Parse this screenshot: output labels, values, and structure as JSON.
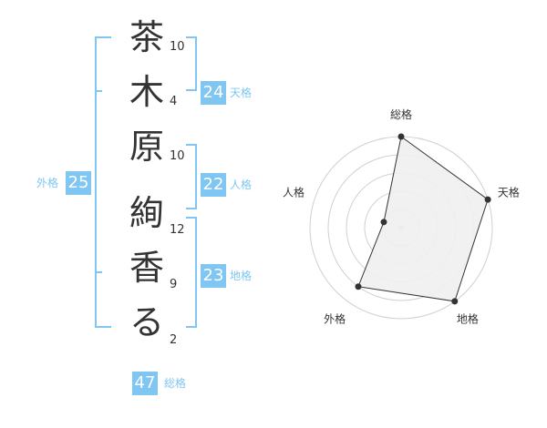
{
  "name": {
    "chars": [
      {
        "char": "茶",
        "strokes": "10"
      },
      {
        "char": "木",
        "strokes": "4"
      },
      {
        "char": "原",
        "strokes": "10"
      },
      {
        "char": "絢",
        "strokes": "12"
      },
      {
        "char": "香",
        "strokes": "9"
      },
      {
        "char": "る",
        "strokes": "2"
      }
    ]
  },
  "fortunes": {
    "gaikaku": {
      "label": "外格",
      "value": "25"
    },
    "tenkaku": {
      "label": "天格",
      "value": "24"
    },
    "jinkaku": {
      "label": "人格",
      "value": "22"
    },
    "chikaku": {
      "label": "地格",
      "value": "23"
    },
    "soukaku": {
      "label": "総格",
      "value": "47"
    }
  },
  "radar": {
    "axes": [
      "総格",
      "天格",
      "地格",
      "外格",
      "人格"
    ],
    "values": [
      5,
      5,
      5,
      4,
      1
    ],
    "max": 5
  },
  "colors": {
    "accent": "#7fc6f2",
    "text": "#333333",
    "radar_fill": "#f0f0f0"
  }
}
